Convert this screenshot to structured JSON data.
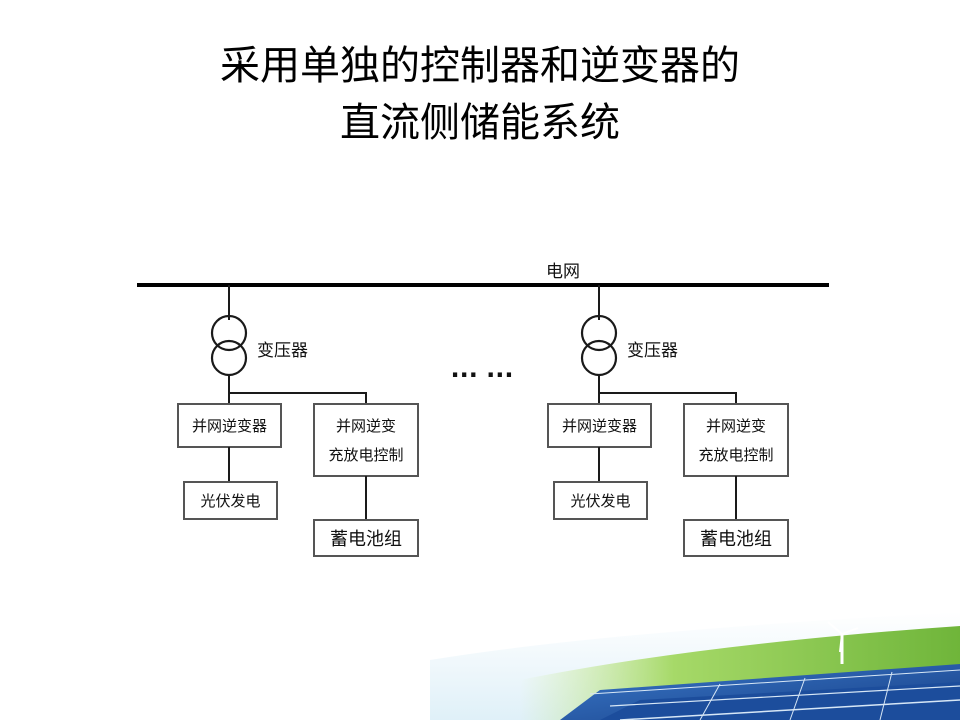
{
  "title": {
    "line1": "采用单独的控制器和逆变器的",
    "line2": "直流侧储能系统"
  },
  "diagram": {
    "grid_label": "电网",
    "ellipsis": "··· ···",
    "units": [
      {
        "transformer_label": "变压器",
        "inverter_label": "并网逆变器",
        "charge_ctrl_line1": "并网逆变",
        "charge_ctrl_line2": "充放电控制",
        "pv_label": "光伏发电",
        "battery_label": "蓄电池组"
      },
      {
        "transformer_label": "变压器",
        "inverter_label": "并网逆变器",
        "charge_ctrl_line1": "并网逆变",
        "charge_ctrl_line2": "充放电控制",
        "pv_label": "光伏发电",
        "battery_label": "蓄电池组"
      }
    ]
  },
  "colors": {
    "sky_top": "#ffffff",
    "sky_bottom": "#e3f1fa",
    "grass": "#7cc242",
    "grass_light": "#bfe58a",
    "panel": "#1c4d9c",
    "panel_light": "#3a78c9"
  },
  "decoration": "solar-panels-and-wind-turbine-banner"
}
